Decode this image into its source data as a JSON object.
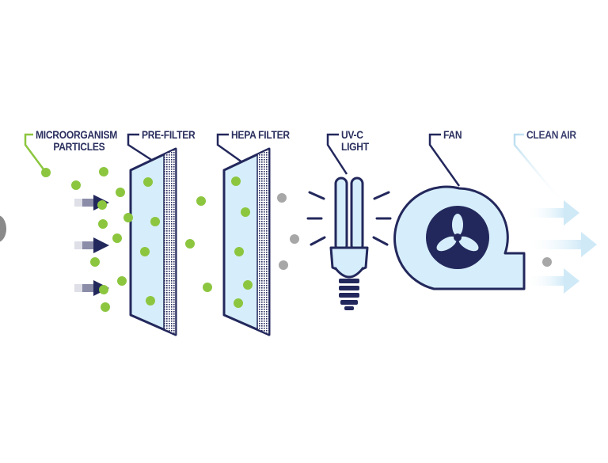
{
  "labels": {
    "microorganism_line1": "MICROORGANISM",
    "microorganism_line2": "PARTICLES",
    "prefilter": "PRE-FILTER",
    "hepa": "HEPA FILTER",
    "uvc_line1": "UV-C",
    "uvc_line2": "LIGHT",
    "fan": "FAN",
    "clean_air": "CLEAN AIR"
  },
  "colors": {
    "navy": "#23285c",
    "label_text": "#2a2f5e",
    "filter_fill": "#d6eefb",
    "particle_green": "#8cc63f",
    "particle_gray": "#a7a7a7",
    "clean_air": "#cfe9f7",
    "line_green": "#8cc63f"
  },
  "icons": [
    "microorganism-particle-icon",
    "airflow-arrow-icon",
    "pre-filter-icon",
    "hepa-filter-icon",
    "uv-c-bulb-icon",
    "fan-icon",
    "clean-air-arrow-icon"
  ]
}
